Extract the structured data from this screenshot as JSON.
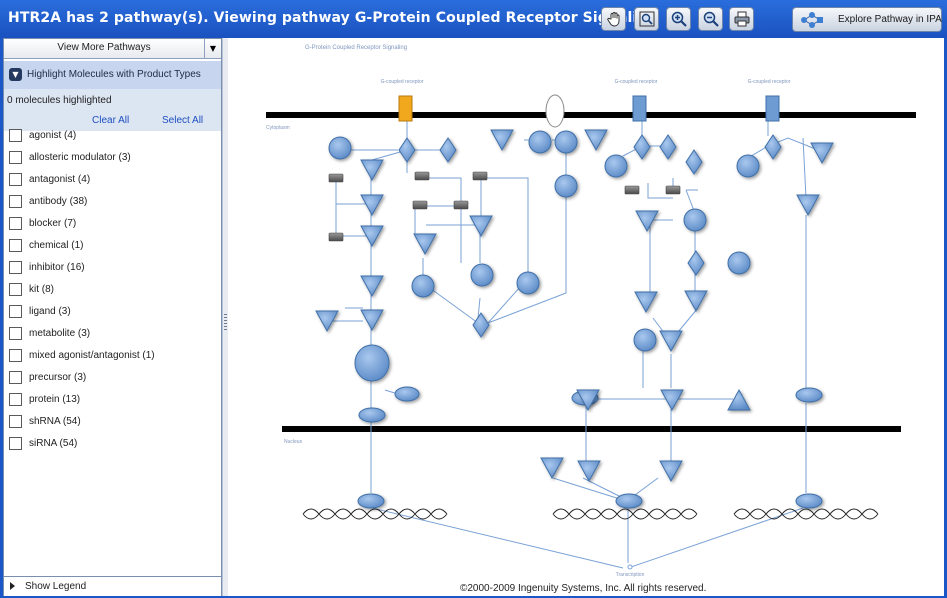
{
  "window": {
    "title": "HTR2A has 2 pathway(s). Viewing pathway G-Protein Coupled Receptor Signaling",
    "explore_label": "Explore Pathway in IPA"
  },
  "toolbar": {
    "buttons": [
      {
        "id": "pan",
        "icon": "hand-icon"
      },
      {
        "id": "zoom-fit",
        "icon": "magnifier-fit-icon"
      },
      {
        "id": "zoom-in",
        "icon": "zoom-in-icon"
      },
      {
        "id": "zoom-out",
        "icon": "zoom-out-icon"
      },
      {
        "id": "print",
        "icon": "printer-icon"
      }
    ]
  },
  "sidebar": {
    "view_more_label": "View More Pathways",
    "highlight_header": "Highlight Molecules with Product Types",
    "highlight_count": "0 molecules highlighted",
    "clear_all": "Clear All",
    "select_all": "Select All",
    "types": [
      {
        "label": "agonist (4)",
        "checked": false
      },
      {
        "label": "allosteric modulator (3)",
        "checked": false
      },
      {
        "label": "antagonist (4)",
        "checked": false
      },
      {
        "label": "antibody (38)",
        "checked": false
      },
      {
        "label": "blocker (7)",
        "checked": false
      },
      {
        "label": "chemical (1)",
        "checked": false
      },
      {
        "label": "inhibitor (16)",
        "checked": false
      },
      {
        "label": "kit (8)",
        "checked": false
      },
      {
        "label": "ligand (3)",
        "checked": false
      },
      {
        "label": "metabolite (3)",
        "checked": false
      },
      {
        "label": "mixed agonist/antagonist (1)",
        "checked": false
      },
      {
        "label": "precursor (3)",
        "checked": false
      },
      {
        "label": "protein (13)",
        "checked": false
      },
      {
        "label": "shRNA (54)",
        "checked": false
      },
      {
        "label": "siRNA (54)",
        "checked": false
      }
    ],
    "show_legend": "Show Legend"
  },
  "pathway": {
    "title": "G-Protein Coupled Receptor Signaling",
    "compartments": {
      "cytoplasm": "Cytoplasm",
      "nucleus": "Nucleus"
    },
    "receptor_labels": [
      "G-coupled receptor",
      "G-coupled receptor",
      "G-coupled receptor"
    ],
    "bottom_label": "Transcription",
    "colors": {
      "node_fill": "#6f9bd3",
      "node_stroke": "#3f6fa8",
      "highlight": "#f2a81d",
      "edge": "#6f9bd3",
      "membrane": "#000000"
    }
  },
  "footer": {
    "copyright": "©2000-2009 Ingenuity Systems, Inc. All rights reserved."
  }
}
